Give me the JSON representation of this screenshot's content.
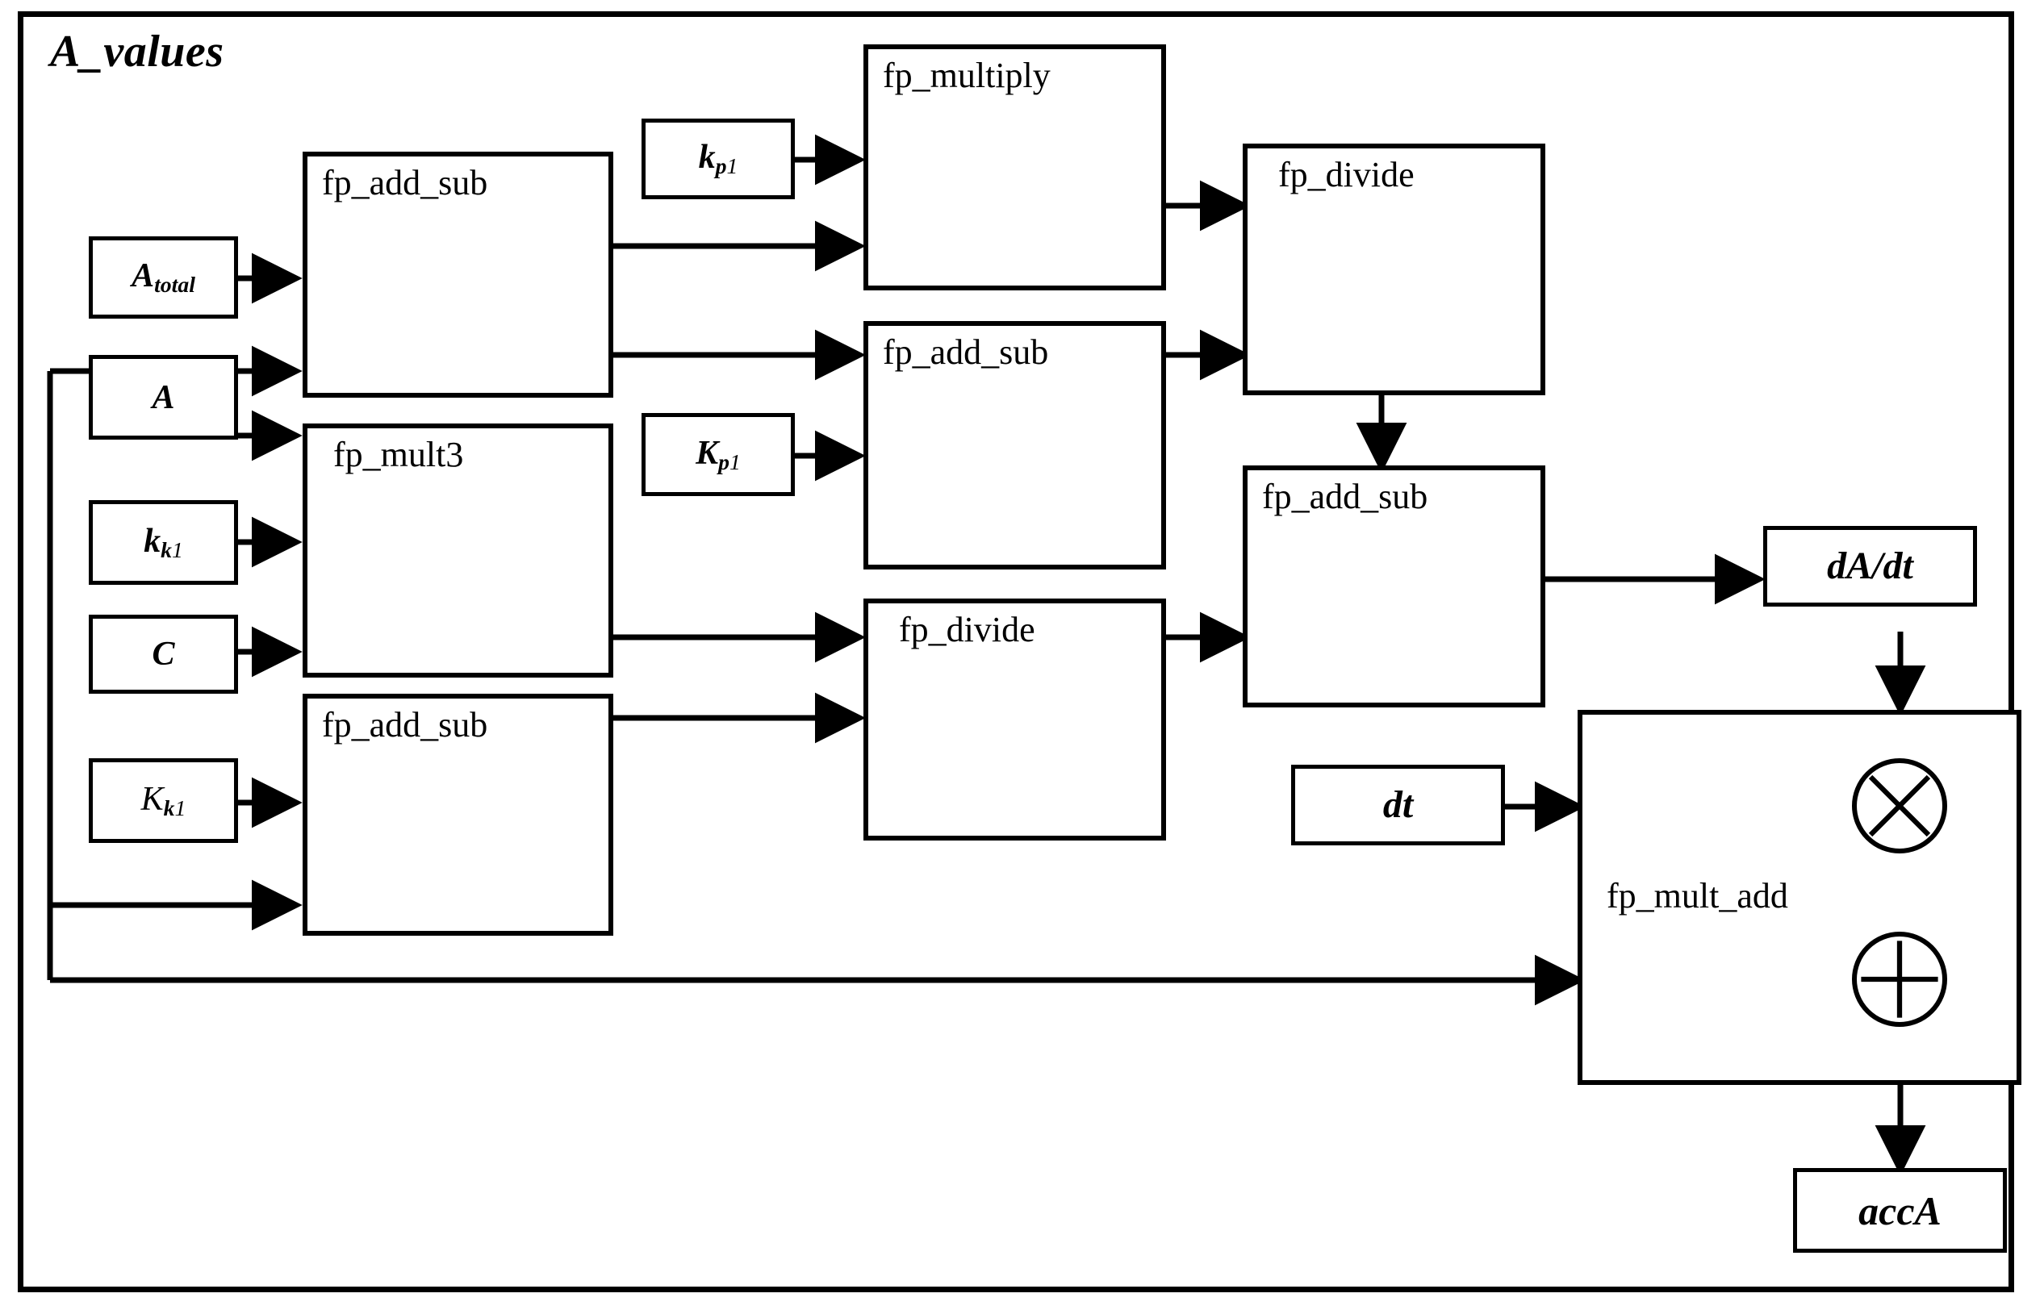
{
  "diagram": {
    "group_title": "A_values",
    "background_color": "#ffffff",
    "line_color": "#000000",
    "blocks": [
      {
        "id": "fp_add_sub_1",
        "label": "fp_add_sub"
      },
      {
        "id": "fp_mult3",
        "label": "fp_mult3"
      },
      {
        "id": "fp_add_sub_2",
        "label": "fp_add_sub"
      },
      {
        "id": "fp_multiply",
        "label": "fp_multiply"
      },
      {
        "id": "fp_add_sub_3",
        "label": "fp_add_sub"
      },
      {
        "id": "fp_divide_1",
        "label": "fp_divide"
      },
      {
        "id": "fp_divide_2",
        "label": "fp_divide"
      },
      {
        "id": "fp_add_sub_4",
        "label": "fp_add_sub"
      },
      {
        "id": "fp_mult_add",
        "label": "fp_mult_add"
      }
    ],
    "signals": [
      {
        "id": "A_total",
        "base": "A",
        "sub": "total",
        "sub_style": "italic"
      },
      {
        "id": "A",
        "base": "A",
        "sub": "",
        "sub_style": "italic"
      },
      {
        "id": "k_k1",
        "base": "k",
        "sub": "k1",
        "sub_style": "mixed"
      },
      {
        "id": "C",
        "base": "C",
        "sub": "",
        "sub_style": "italic"
      },
      {
        "id": "K_k1",
        "base": "K",
        "sub": "k1",
        "sub_style": "mixed"
      },
      {
        "id": "k_p1",
        "base": "k",
        "sub": "p1",
        "sub_style": "mixed"
      },
      {
        "id": "K_p1",
        "base": "K",
        "sub": "p1",
        "sub_style": "mixed"
      },
      {
        "id": "dt",
        "base": "dt",
        "sub": "",
        "sub_style": "italic"
      },
      {
        "id": "dAdt",
        "base": "dA/dt",
        "sub": "",
        "sub_style": "italic"
      },
      {
        "id": "accA",
        "base": "accA",
        "sub": "",
        "sub_style": "italic"
      }
    ],
    "operators": [
      {
        "id": "multiply_op",
        "glyph": "multiply-circle"
      },
      {
        "id": "add_op",
        "glyph": "plus-circle"
      }
    ]
  }
}
